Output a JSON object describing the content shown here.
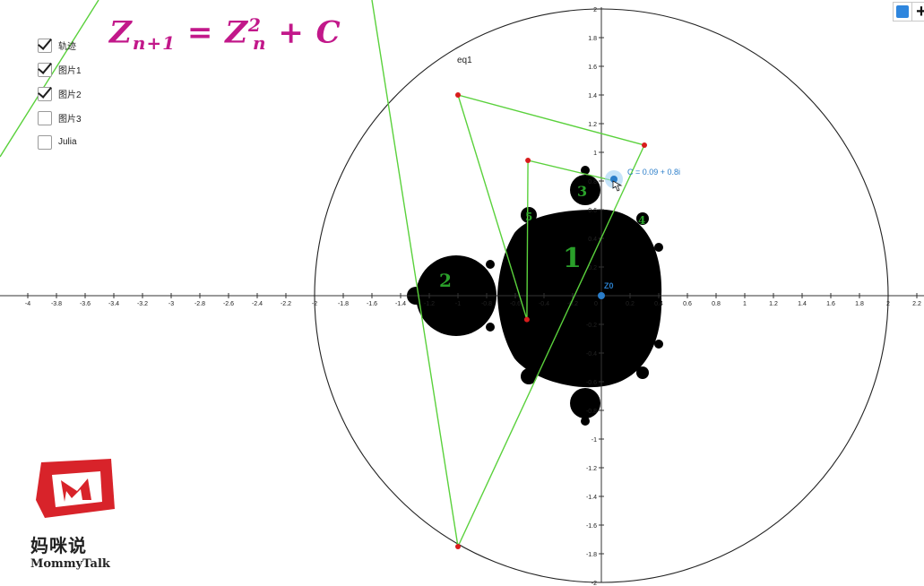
{
  "checkboxes": [
    {
      "label": "轨迹",
      "checked": true
    },
    {
      "label": "图片1",
      "checked": true
    },
    {
      "label": "图片2",
      "checked": true
    },
    {
      "label": "图片3",
      "checked": false
    },
    {
      "label": "Julia",
      "checked": false
    }
  ],
  "formula": {
    "lhs": "Z",
    "lhs_sub": "n+1",
    "eq": " = ",
    "rhs": "Z",
    "rhs_sup": "2",
    "rhs_sub": "n",
    "tail": " + C"
  },
  "circle_label": "eq1",
  "c_label": "C = 0.09 + 0.8i",
  "z0_label": "Z0",
  "bulb_labels": [
    "1",
    "2",
    "3",
    "4",
    "5"
  ],
  "x_ticks": [
    "-4",
    "-3.8",
    "-3.6",
    "-3.4",
    "-3.2",
    "-3",
    "-2.8",
    "-2.6",
    "-2.4",
    "-2.2",
    "-2",
    "-1.8",
    "-1.6",
    "-1.4",
    "-1.2",
    "-1",
    "-0.8",
    "-0.6",
    "-0.4",
    "-0.2",
    "0",
    "0.2",
    "0.4",
    "0.6",
    "0.8",
    "1",
    "1.2",
    "1.4",
    "1.6",
    "1.8",
    "2",
    "2.2"
  ],
  "y_ticks": [
    "2",
    "1.8",
    "1.6",
    "1.4",
    "1.2",
    "1",
    "0.8",
    "0.6",
    "0.4",
    "0.2",
    "-0.2",
    "-0.4",
    "-0.6",
    "-0.8",
    "-1",
    "-1.2",
    "-1.4",
    "-1.6",
    "-1.8",
    "-2"
  ],
  "orbit_points": [
    [
      0.09,
      0.8
    ],
    [
      -0.5119,
      0.944
    ],
    [
      -0.5193,
      -0.1665
    ],
    [
      -1.0,
      1.4
    ],
    [
      0.3,
      1.05
    ],
    [
      -1.0,
      -1.75
    ]
  ],
  "colors": {
    "orbit": "#5ad13c",
    "point": "#d81c1c",
    "formula": "#c2188a",
    "c_point": "#2a7dc9",
    "set": "#000000"
  },
  "toolbar": {
    "graphics_icon": "blue-square-icon",
    "add_icon": "plus-icon"
  },
  "logo": {
    "cn": "妈咪说",
    "en": "MommyTalk"
  }
}
